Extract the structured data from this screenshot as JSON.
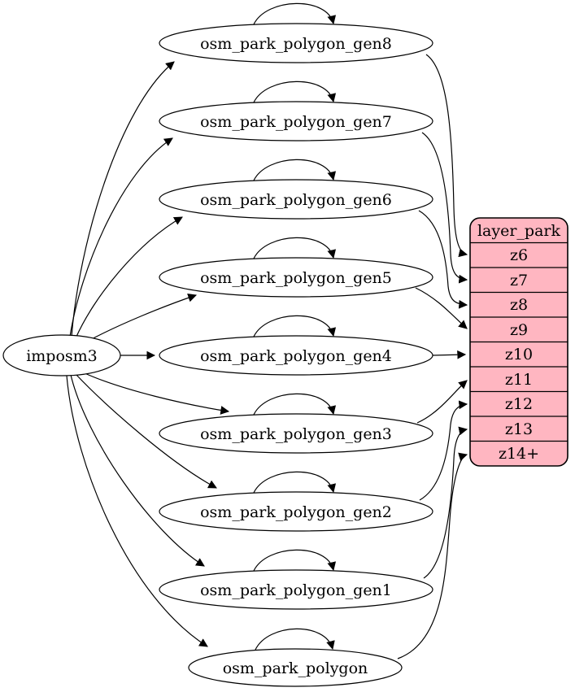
{
  "diagram": {
    "type": "graphviz-digraph",
    "source_node": {
      "label": "imposm3"
    },
    "nodes": [
      {
        "label": "osm_park_polygon_gen8"
      },
      {
        "label": "osm_park_polygon_gen7"
      },
      {
        "label": "osm_park_polygon_gen6"
      },
      {
        "label": "osm_park_polygon_gen5"
      },
      {
        "label": "osm_park_polygon_gen4"
      },
      {
        "label": "osm_park_polygon_gen3"
      },
      {
        "label": "osm_park_polygon_gen2"
      },
      {
        "label": "osm_park_polygon_gen1"
      },
      {
        "label": "osm_park_polygon"
      }
    ],
    "layer_table": {
      "title": "layer_park",
      "rows": [
        "z6",
        "z7",
        "z8",
        "z9",
        "z10",
        "z11",
        "z12",
        "z13",
        "z14+"
      ]
    },
    "edges": [
      {
        "from": "imposm3",
        "to": "osm_park_polygon_gen8"
      },
      {
        "from": "imposm3",
        "to": "osm_park_polygon_gen7"
      },
      {
        "from": "imposm3",
        "to": "osm_park_polygon_gen6"
      },
      {
        "from": "imposm3",
        "to": "osm_park_polygon_gen5"
      },
      {
        "from": "imposm3",
        "to": "osm_park_polygon_gen4"
      },
      {
        "from": "imposm3",
        "to": "osm_park_polygon_gen3"
      },
      {
        "from": "imposm3",
        "to": "osm_park_polygon_gen2"
      },
      {
        "from": "imposm3",
        "to": "osm_park_polygon_gen1"
      },
      {
        "from": "imposm3",
        "to": "osm_park_polygon"
      },
      {
        "from": "osm_park_polygon_gen8",
        "to": "osm_park_polygon_gen8",
        "type": "self-loop"
      },
      {
        "from": "osm_park_polygon_gen7",
        "to": "osm_park_polygon_gen7",
        "type": "self-loop"
      },
      {
        "from": "osm_park_polygon_gen6",
        "to": "osm_park_polygon_gen6",
        "type": "self-loop"
      },
      {
        "from": "osm_park_polygon_gen5",
        "to": "osm_park_polygon_gen5",
        "type": "self-loop"
      },
      {
        "from": "osm_park_polygon_gen4",
        "to": "osm_park_polygon_gen4",
        "type": "self-loop"
      },
      {
        "from": "osm_park_polygon_gen3",
        "to": "osm_park_polygon_gen3",
        "type": "self-loop"
      },
      {
        "from": "osm_park_polygon_gen2",
        "to": "osm_park_polygon_gen2",
        "type": "self-loop"
      },
      {
        "from": "osm_park_polygon_gen1",
        "to": "osm_park_polygon_gen1",
        "type": "self-loop"
      },
      {
        "from": "osm_park_polygon",
        "to": "osm_park_polygon",
        "type": "self-loop"
      },
      {
        "from": "osm_park_polygon_gen8",
        "to": "layer_park:z6"
      },
      {
        "from": "osm_park_polygon_gen7",
        "to": "layer_park:z7"
      },
      {
        "from": "osm_park_polygon_gen6",
        "to": "layer_park:z8"
      },
      {
        "from": "osm_park_polygon_gen5",
        "to": "layer_park:z9"
      },
      {
        "from": "osm_park_polygon_gen4",
        "to": "layer_park:z10"
      },
      {
        "from": "osm_park_polygon_gen3",
        "to": "layer_park:z11"
      },
      {
        "from": "osm_park_polygon_gen2",
        "to": "layer_park:z12"
      },
      {
        "from": "osm_park_polygon_gen1",
        "to": "layer_park:z13"
      },
      {
        "from": "osm_park_polygon",
        "to": "layer_park:z14+"
      }
    ],
    "colors": {
      "layer_fill": "#ffb6c1",
      "node_fill": "#ffffff",
      "stroke": "#000000",
      "background": "#ffffff"
    }
  }
}
